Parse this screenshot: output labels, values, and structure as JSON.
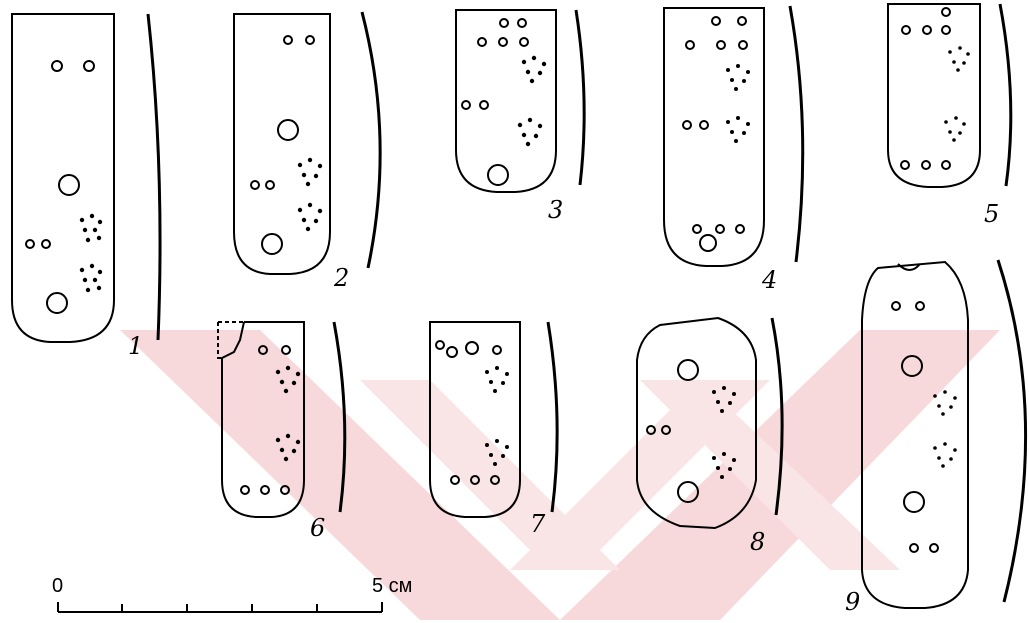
{
  "figure": {
    "plate_labels": [
      "1",
      "2",
      "3",
      "4",
      "5",
      "6",
      "7",
      "8",
      "9"
    ],
    "scale": {
      "start_label": "0",
      "end_label": "5 см"
    },
    "colors": {
      "ink": "#000000",
      "watermark": "#f4c9cc",
      "background": "#ffffff"
    },
    "watermark_icon": "x-logo-watermark"
  }
}
